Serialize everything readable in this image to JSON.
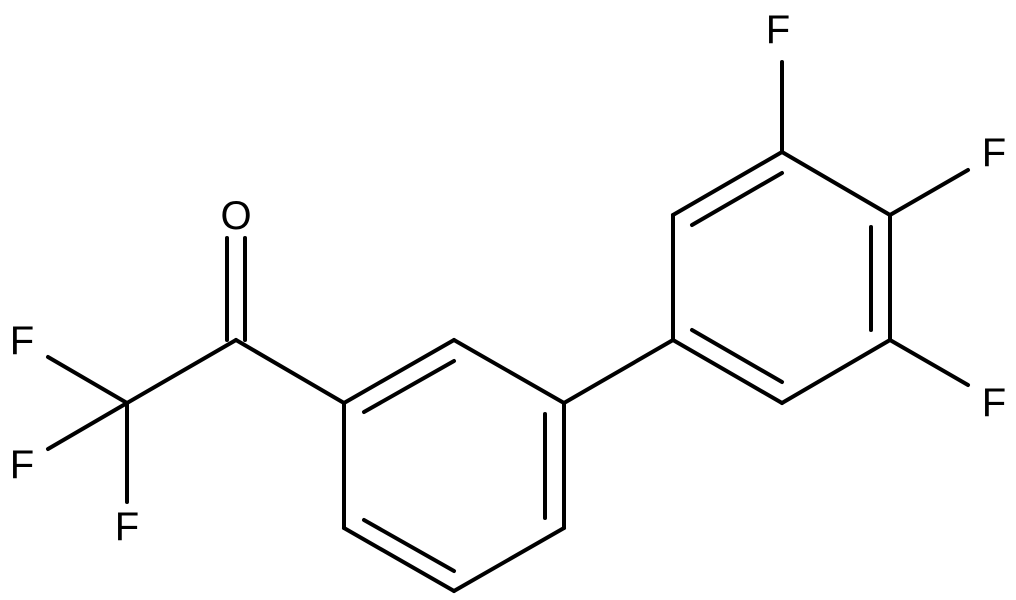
{
  "molecule": {
    "atoms": {
      "o1": "O",
      "f1": "F",
      "f2": "F",
      "f3": "F",
      "f4": "F",
      "f5": "F",
      "f6": "F"
    }
  }
}
